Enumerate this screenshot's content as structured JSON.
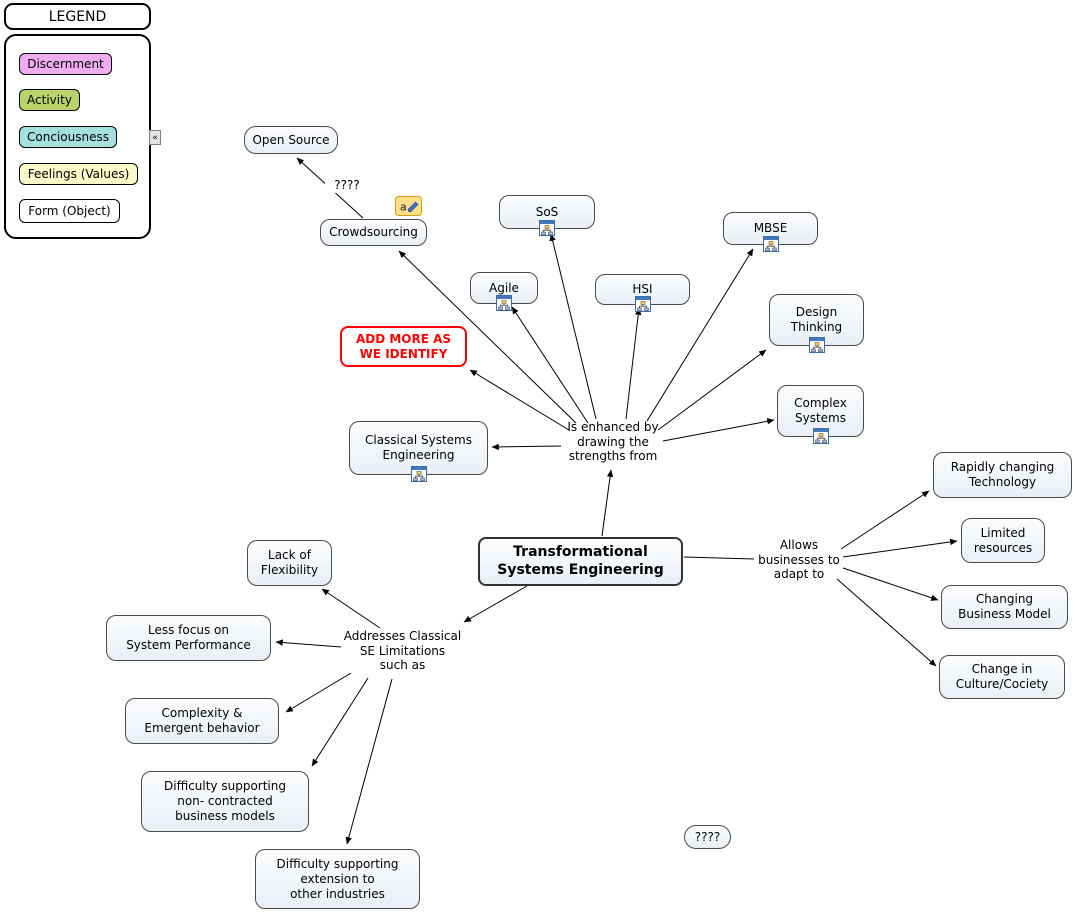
{
  "legend": {
    "title": "LEGEND",
    "collapse_icon": "«",
    "items": [
      {
        "label": "Discernment",
        "color": "#f1acf1"
      },
      {
        "label": "Activity",
        "color": "#b9d56a"
      },
      {
        "label": "Conciousness",
        "color": "#a3e0de"
      },
      {
        "label": "Feelings (Values)",
        "color": "#fafac8"
      },
      {
        "label": "Form (Object)",
        "color": "#ffffff"
      }
    ]
  },
  "icons": {
    "annotation_letter": "a"
  },
  "colors": {
    "node_background": "#edf2f7",
    "node_border": "#4a4a4a",
    "warning_red": "#ff0000",
    "edge_line": "#000000"
  },
  "nodes": {
    "open_source": "Open Source",
    "crowdsourcing": "Crowdsourcing",
    "sos": "SoS",
    "mbse": "MBSE",
    "agile": "Agile",
    "hsi": "HSI",
    "design_thinking": "Design\nThinking",
    "complex_systems": "Complex\nSystems",
    "add_more": "ADD MORE AS\nWE IDENTIFY",
    "classical_se": "Classical Systems\nEngineering",
    "tse": "Transformational\nSystems Engineering",
    "rapidly_changing": "Rapidly changing\nTechnology",
    "limited_resources": "Limited\nresources",
    "changing_business_model": "Changing\nBusiness Model",
    "change_in_culture": "Change in\nCulture/Cociety",
    "lack_of_flexibility": "Lack of\nFlexibility",
    "less_focus": "Less focus on\nSystem Performance",
    "complexity_emergent": "Complexity &\nEmergent behavior",
    "difficulty_non_contracted": "Difficulty supporting\nnon- contracted\nbusiness models",
    "difficulty_extension": "Difficulty supporting\nextension to\nother industries",
    "question_box": "????"
  },
  "links": {
    "question_top": "????",
    "is_enhanced": "Is enhanced by\ndrawing the\nstrengths from",
    "allows": "Allows\nbusinesses to\nadapt to",
    "addresses": "Addresses Classical\nSE Limitations\nsuch as"
  }
}
